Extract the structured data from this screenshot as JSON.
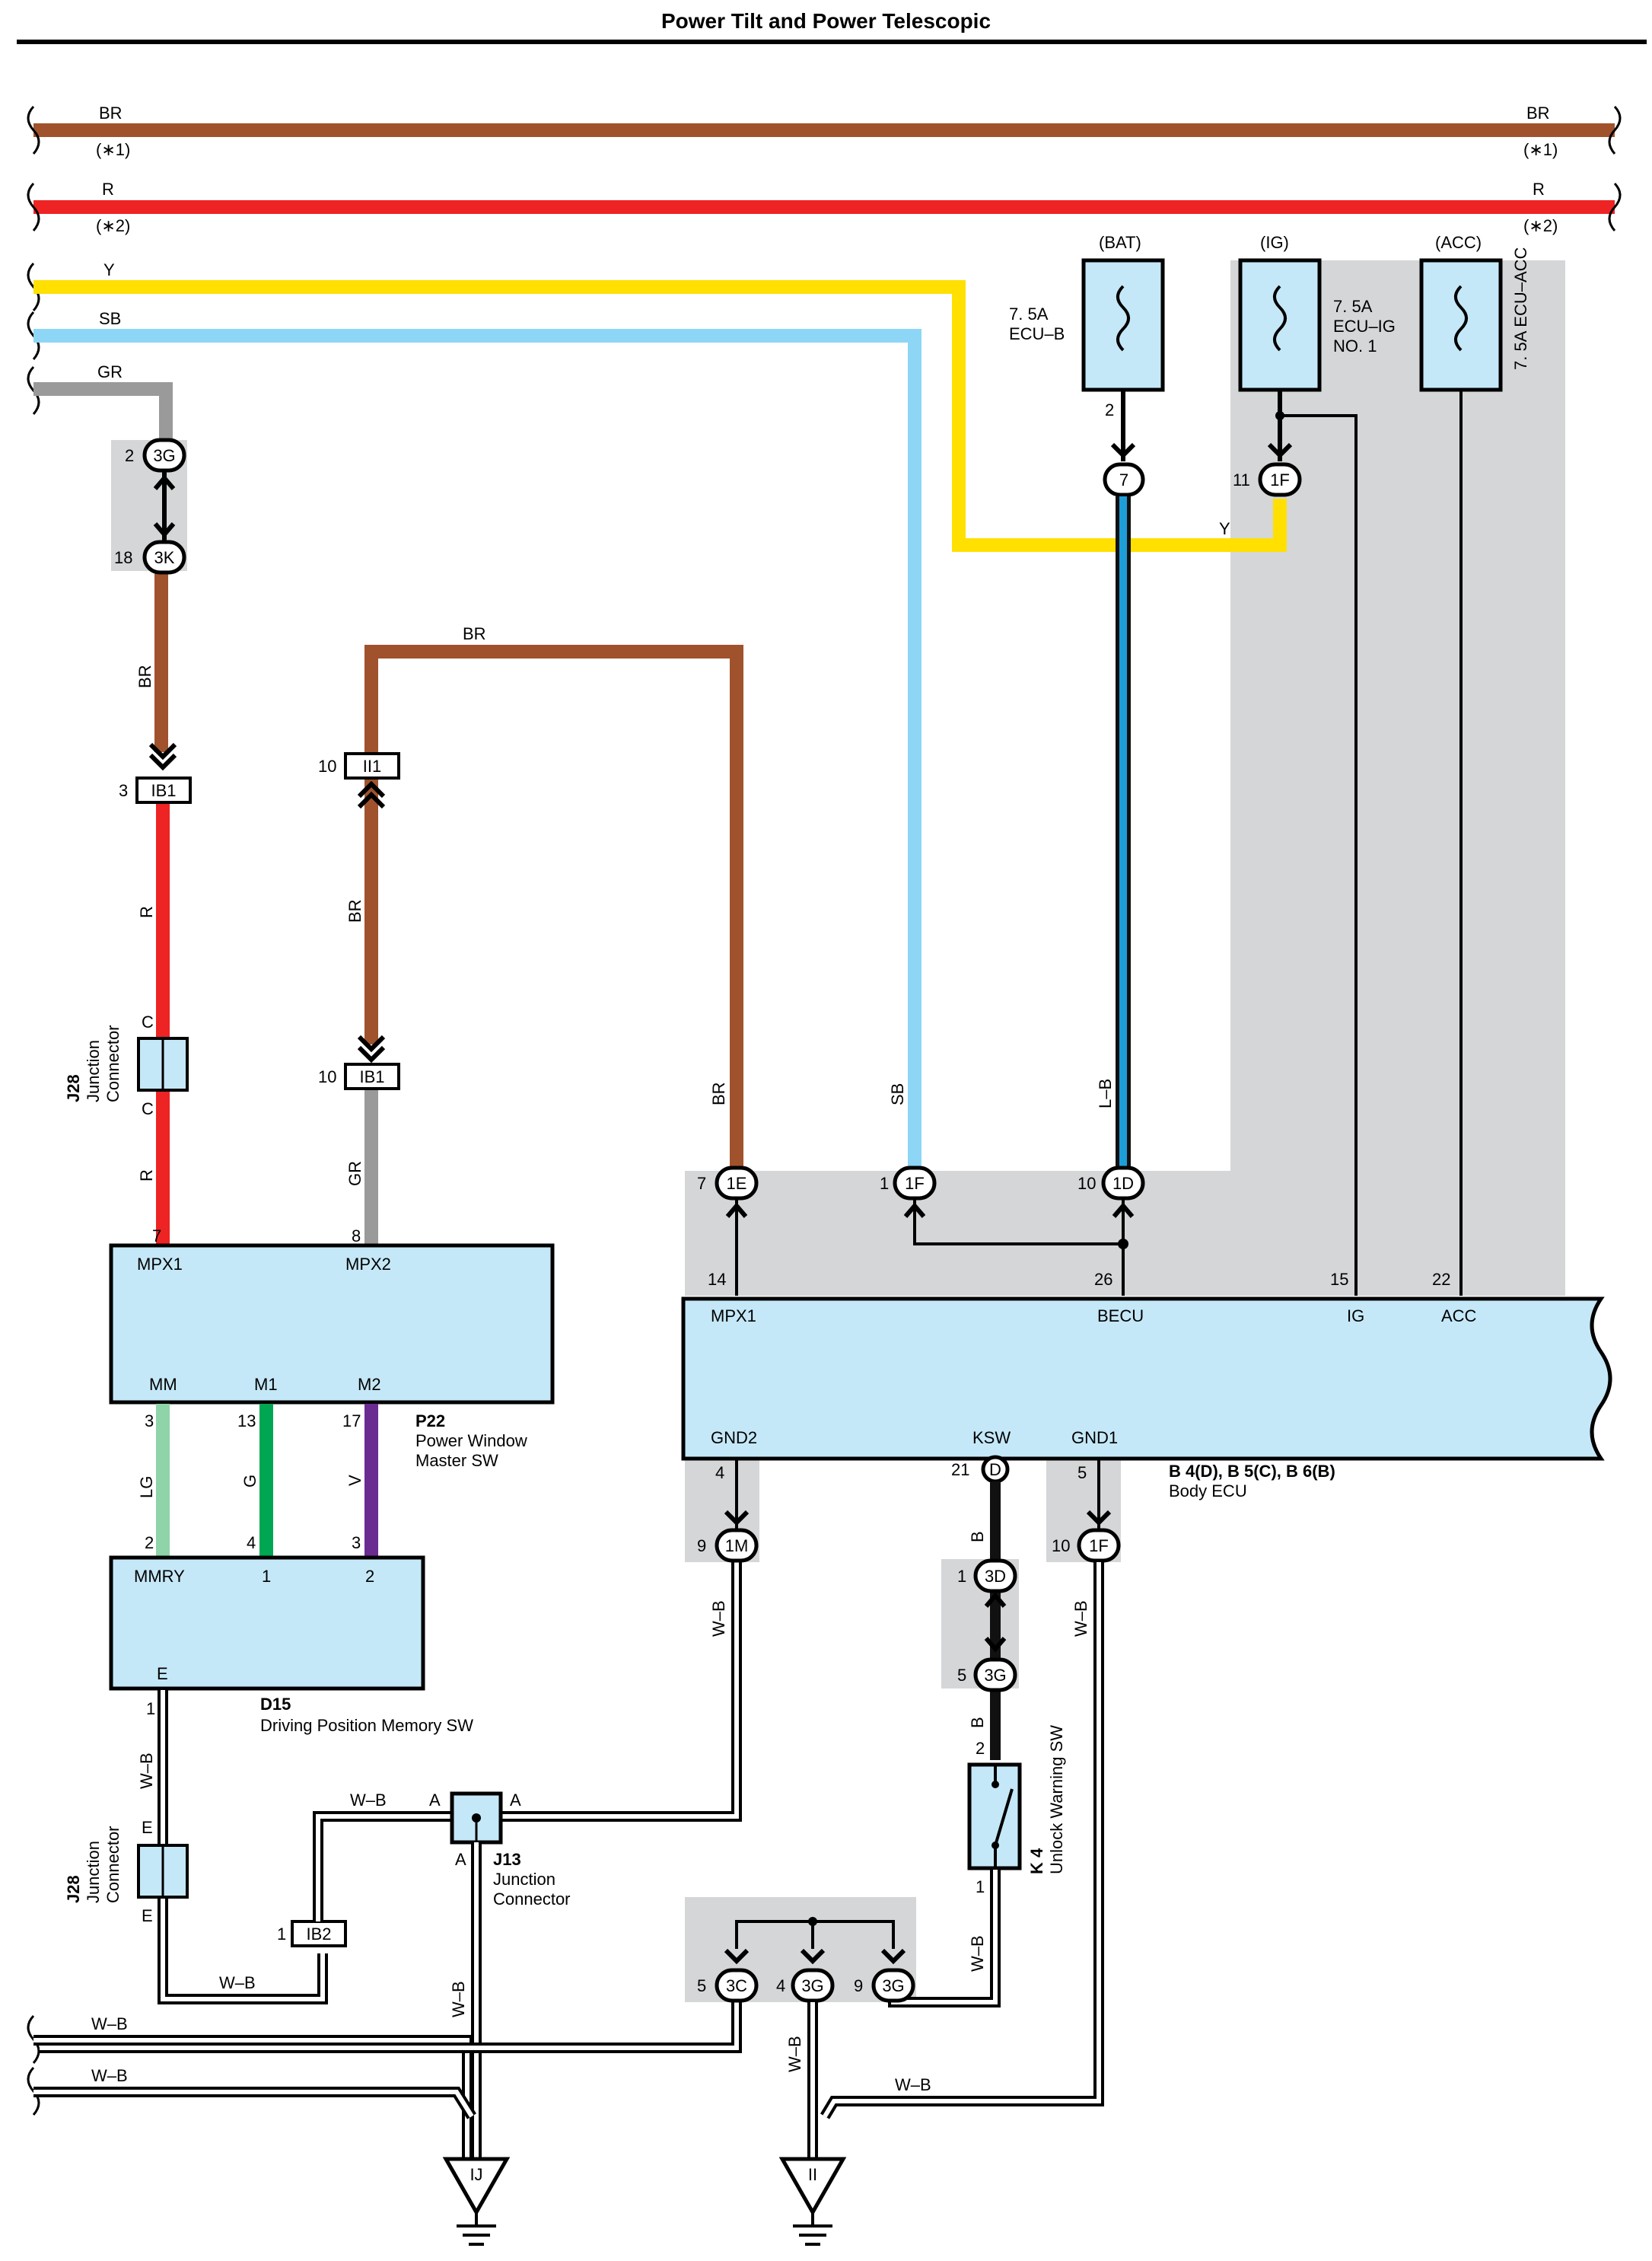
{
  "title": "Power Tilt and Power Telescopic",
  "colors": {
    "BR": "#a0522d",
    "R": "#ee2324",
    "Y": "#ffe000",
    "SB": "#8dd6f5",
    "GR": "#9a9a9a",
    "LG": "#8fd3a8",
    "G": "#00a651",
    "V": "#6a2c91",
    "B": "#111111",
    "LB": "#1e9ed8",
    "shade": "#d4d6d8",
    "box": "#c5e8f8"
  },
  "wires": {
    "br": "BR",
    "r": "R",
    "y": "Y",
    "sb": "SB",
    "gr": "GR",
    "lb": "L–B",
    "lg": "LG",
    "g": "G",
    "v": "V",
    "b": "B",
    "wb": "W–B",
    "note1": "(∗1)",
    "note2": "(∗2)"
  },
  "power": {
    "bat": "(BAT)",
    "ig": "(IG)",
    "acc": "(ACC)",
    "fuse_ecub_rating": "7. 5A",
    "fuse_ecub_name": "ECU–B",
    "fuse_ig_rating": "7. 5A",
    "fuse_ig_name": "ECU–IG",
    "fuse_ig_name2": "NO. 1",
    "fuse_acc": "7. 5A ECU–ACC"
  },
  "connectors": {
    "c3G": "3G",
    "c3K": "3K",
    "cIB1": "IB1",
    "cII1": "II1",
    "c7": "7",
    "c1F": "1F",
    "c1E": "1E",
    "c1D": "1D",
    "c1M": "1M",
    "cD": "D",
    "c3D": "3D",
    "cIB2": "IB2",
    "c3C": "3C",
    "cIJ": "IJ",
    "cII": "II",
    "cA": "A",
    "cC": "C",
    "cE": "E"
  },
  "pins": {
    "p2": "2",
    "p18": "18",
    "p3": "3",
    "p10": "10",
    "p11": "11",
    "p7": "7",
    "p1": "1",
    "p8": "8",
    "p13": "13",
    "p17": "17",
    "p4": "4",
    "p14": "14",
    "p26": "26",
    "p15": "15",
    "p22": "22",
    "p9": "9",
    "p21": "21",
    "p5": "5"
  },
  "components": {
    "p22": {
      "id": "P22",
      "name1": "Power Window",
      "name2": "Master SW",
      "mpx1": "MPX1",
      "mpx2": "MPX2",
      "mm": "MM",
      "m1": "M1",
      "m2": "M2"
    },
    "d15": {
      "id": "D15",
      "name": "Driving Position Memory SW",
      "mmry": "MMRY",
      "t1": "1",
      "t2": "2",
      "e": "E"
    },
    "ecu": {
      "id": "B 4(D), B 5(C), B 6(B)",
      "name": "Body ECU",
      "mpx1": "MPX1",
      "becu": "BECU",
      "ig": "IG",
      "acc": "ACC",
      "gnd2": "GND2",
      "ksw": "KSW",
      "gnd1": "GND1"
    },
    "j28": {
      "id": "J28",
      "name1": "Junction",
      "name2": "Connector"
    },
    "j13": {
      "id": "J13",
      "name1": "Junction",
      "name2": "Connector"
    },
    "k4": {
      "id": "K 4",
      "name": "Unlock Warning SW"
    }
  }
}
